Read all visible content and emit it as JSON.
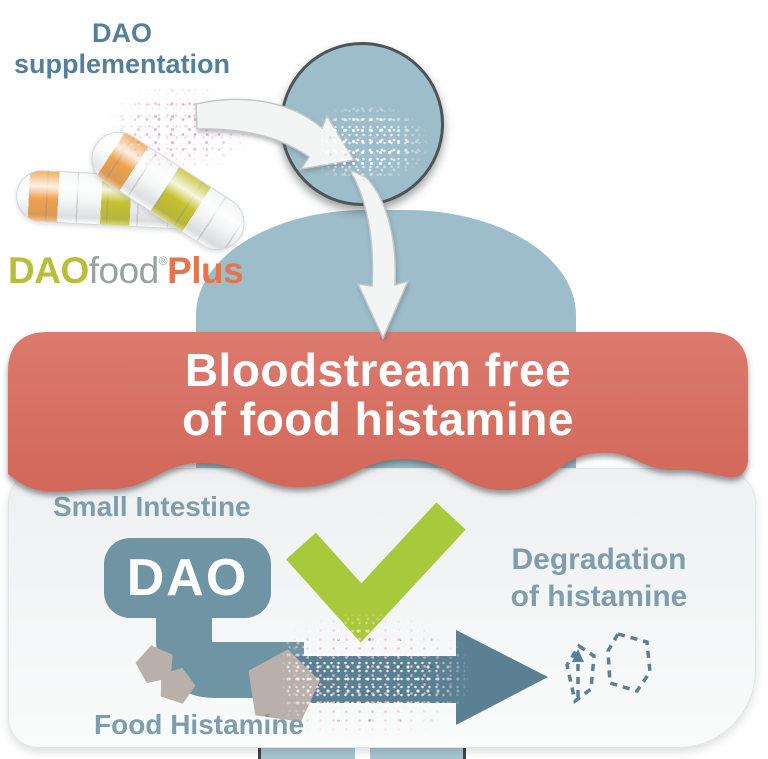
{
  "supplement_title": {
    "line1": "DAO",
    "line2": "supplementation"
  },
  "logo": {
    "dao": "DAO",
    "food": "food",
    "reg": "®",
    "plus": "Plus"
  },
  "banner": {
    "line1": "Bloodstream free",
    "line2": "of food histamine"
  },
  "intestine_panel": {
    "region_label": "Small Intestine",
    "enzyme_badge": "DAO",
    "substrate_label": "Food Histamine",
    "result_line1": "Degradation",
    "result_line2": "of histamine"
  },
  "icons": {
    "capsules": "two-tone DAO capsules with pink powder",
    "mouth_powder": "powder cloud at mouth",
    "curved_arrow_mouth": "white curved arrow into mouth",
    "curved_arrow_down": "white curved arrow to bloodstream banner",
    "check": "green checkmark",
    "pipe": "blue tube from DAO badge",
    "flow_arrow": "blue right arrow",
    "rocks": "histamine rock particles",
    "degraded_rocks": "dashed outline of degraded rocks"
  },
  "colors": {
    "body_blue": "#9cbdc9",
    "leg_blue": "#a7c4ce",
    "banner_red": "#d9756a",
    "panel_gray": "#eef0f1",
    "label_blue": "#7e9dae",
    "title_blue": "#55809b",
    "dao_box_blue": "#6f94a4",
    "arrow_blue": "#5c8093",
    "check_green": "#a9c93d",
    "rock_gray": "#bab0ab",
    "logo_olive": "#b9bd3a",
    "logo_gray": "#9aa0a0",
    "logo_orange": "#e3764f",
    "capsule_orange": "#f0a24d",
    "capsule_olive": "#c6c22f",
    "powder_pink": "#e2a0be"
  }
}
